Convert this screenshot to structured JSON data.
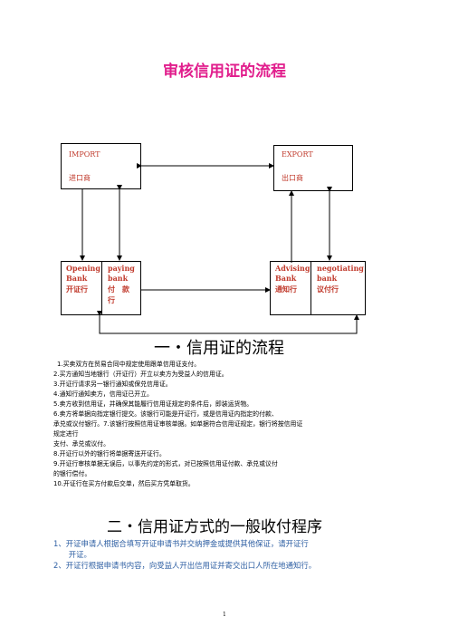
{
  "title": "审核信用证的流程",
  "diagram": {
    "import": {
      "en": "IMPORT",
      "zh": "进口商"
    },
    "export": {
      "en": "EXPORT",
      "zh": "出口商"
    },
    "opening": {
      "en1": "Opening",
      "en2": "Bank",
      "zh": "开证行"
    },
    "paying": {
      "en1": "paying",
      "en2": "bank",
      "zh1": "付　款",
      "zh2": "行"
    },
    "advising": {
      "en1": "Advising",
      "en2": "Bank",
      "zh": "通知行"
    },
    "negotiating": {
      "en1": "negotiating",
      "en2": "bank",
      "zh": "议付行"
    }
  },
  "section1": {
    "heading": "一・信用证的流程",
    "lines": [
      "1.买卖双方在贸易合同中规定使用跟单信用证支付。",
      "2.买方通知当地银行（开证行）开立以卖方为受益人的信用证。",
      "3.开证行请求另一银行通知或保兑信用证。",
      "4.通知行通知卖方，信用证已开立。",
      "5.卖方收到信用证，并确保其能履行信用证规定的条件后，即装运货物。",
      "6.卖方将单据向指定银行提交。该银行可能是开证行，或是信用证内指定的付款、",
      "承兑或议付银行。7.该银行按照信用证审核单据。如单据符合信用证规定，银行将按信用证",
      "规定进行",
      "支付、承兑或议付。",
      "8.开证行以外的银行将单据寄送开证行。",
      "9.开证行审核单据无误后，以事先约定的形式，对已按照信用证付款、承兑或议付",
      "的银行偿付。",
      "10.开证行在买方付款后交单，然后买方凭单取货。"
    ]
  },
  "section2": {
    "heading": "二・信用证方式的一般收付程序",
    "steps": [
      "1、开证申请人根据合填写开证申请书并交纳押金或提供其他保证，请开证行",
      "　　开证。",
      "2、开证行根据申请书内容，向受益人开出信用证并寄交出口人所在地通知行。"
    ]
  },
  "page_number": "1",
  "colors": {
    "title": "#e11d8c",
    "bank_labels": "#c0392b",
    "steps": "#2e5fa3"
  }
}
